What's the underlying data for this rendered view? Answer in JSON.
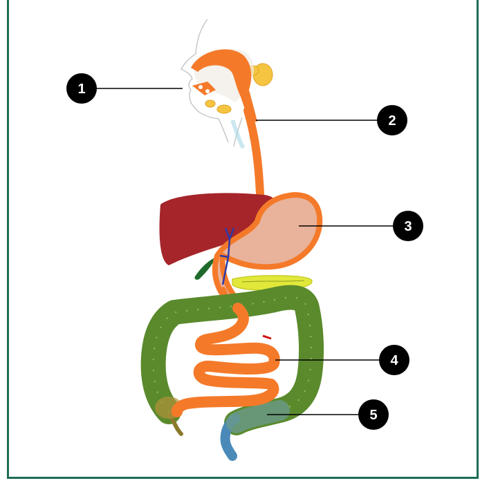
{
  "diagram": {
    "labels": [
      {
        "id": "1",
        "number": "1"
      },
      {
        "id": "2",
        "number": "2"
      },
      {
        "id": "3",
        "number": "3"
      },
      {
        "id": "4",
        "number": "4"
      },
      {
        "id": "5",
        "number": "5"
      }
    ],
    "colors": {
      "frame": "#1e6b57",
      "oral": "#f47a2a",
      "esophagus": "#f47a2a",
      "stomach_fill": "#e9b29a",
      "liver": "#a5252b",
      "small_intestine": "#f47a2a",
      "large_intestine": "#5a8a2c",
      "pancreas": "#e2e83a",
      "gallbladder": "#1f6a2a",
      "bile_duct": "#2a3aa8",
      "rectum": "#4b8ab8",
      "marker": "#000000"
    }
  }
}
